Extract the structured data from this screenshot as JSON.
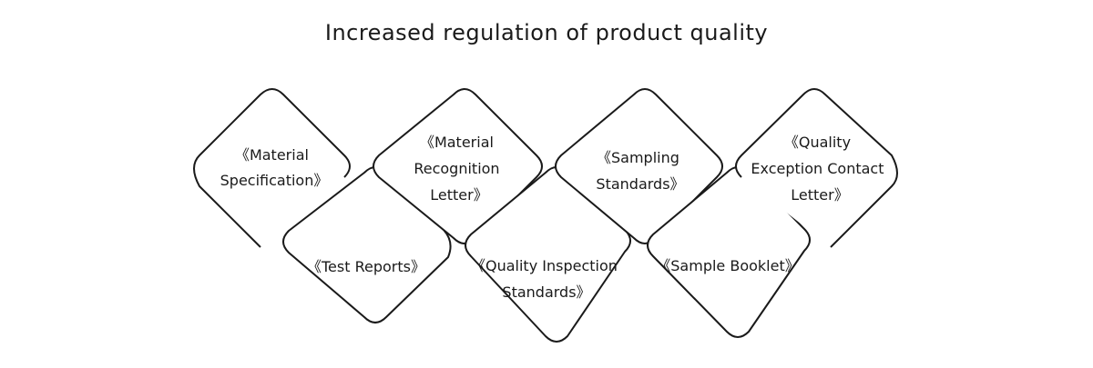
{
  "title": "Increased regulation of product quality",
  "items": [
    {
      "lines": [
        "《Material",
        "Specification》"
      ],
      "accent": "#4a6fd8"
    },
    {
      "lines": [
        "《Test Reports》"
      ],
      "accent": "#4a6fd8"
    },
    {
      "lines": [
        "《Material",
        "Recognition",
        "Letter》"
      ],
      "accent": "#9a7ad8"
    },
    {
      "lines": [
        "《Quality Inspection",
        "Standards》"
      ],
      "accent": "#79d4b0"
    },
    {
      "lines": [
        "《Sampling",
        "Standards》"
      ],
      "accent": "#f08a8a"
    },
    {
      "lines": [
        "《Sample Booklet》"
      ],
      "accent": "#e8c250"
    },
    {
      "lines": [
        "《Quality",
        "Exception Contact",
        "Letter》"
      ],
      "accent": "#7ab8e0"
    }
  ]
}
